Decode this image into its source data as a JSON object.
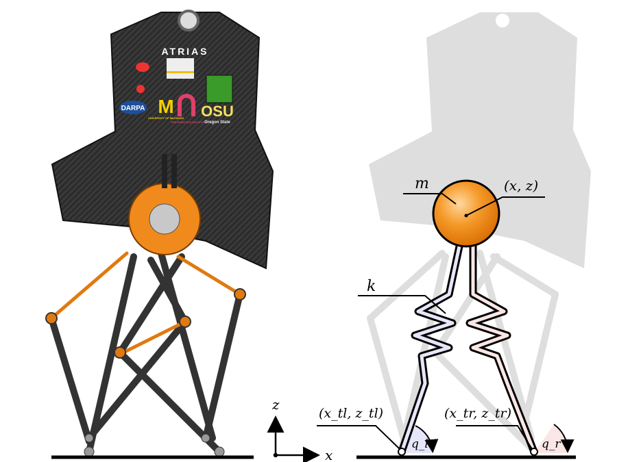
{
  "robot": {
    "name_plate": "ATRIAS",
    "logos": [
      "DARPA",
      "M",
      "UNIVERSITY OF MICHIGAN",
      "THE ROBOTICS INSTITUTE",
      "OSU",
      "Oregon State"
    ],
    "body_color": "#2b2b2b",
    "hip_color": "#f08a1c"
  },
  "model": {
    "mass_label": "m",
    "com_label": "(x, z)",
    "spring_label": "k",
    "left_toe_label": "(x_tl, z_tl)",
    "right_toe_label": "(x_tr, z_tr)",
    "left_angle_label": "q_l",
    "right_angle_label": "q_r",
    "mass_color": "#f39a2a",
    "left_spring_color": "#e6e6fa",
    "right_spring_color": "#fbe6e6",
    "ghost_color": "#dcdcdc"
  },
  "axes": {
    "x_label": "x",
    "z_label": "z"
  }
}
